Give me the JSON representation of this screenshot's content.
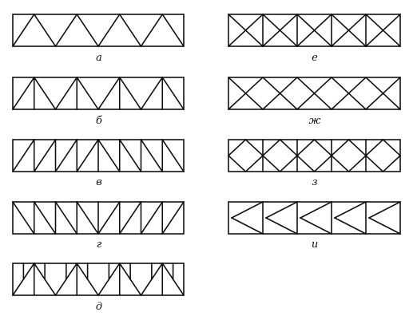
{
  "diagrams": [
    {
      "id": "a",
      "label": "а"
    },
    {
      "id": "b",
      "label": "б"
    },
    {
      "id": "v",
      "label": "в"
    },
    {
      "id": "g",
      "label": "г"
    },
    {
      "id": "d",
      "label": "д"
    },
    {
      "id": "e",
      "label": "е"
    },
    {
      "id": "zh",
      "label": "ж"
    },
    {
      "id": "z",
      "label": "з"
    },
    {
      "id": "i",
      "label": "и"
    }
  ]
}
